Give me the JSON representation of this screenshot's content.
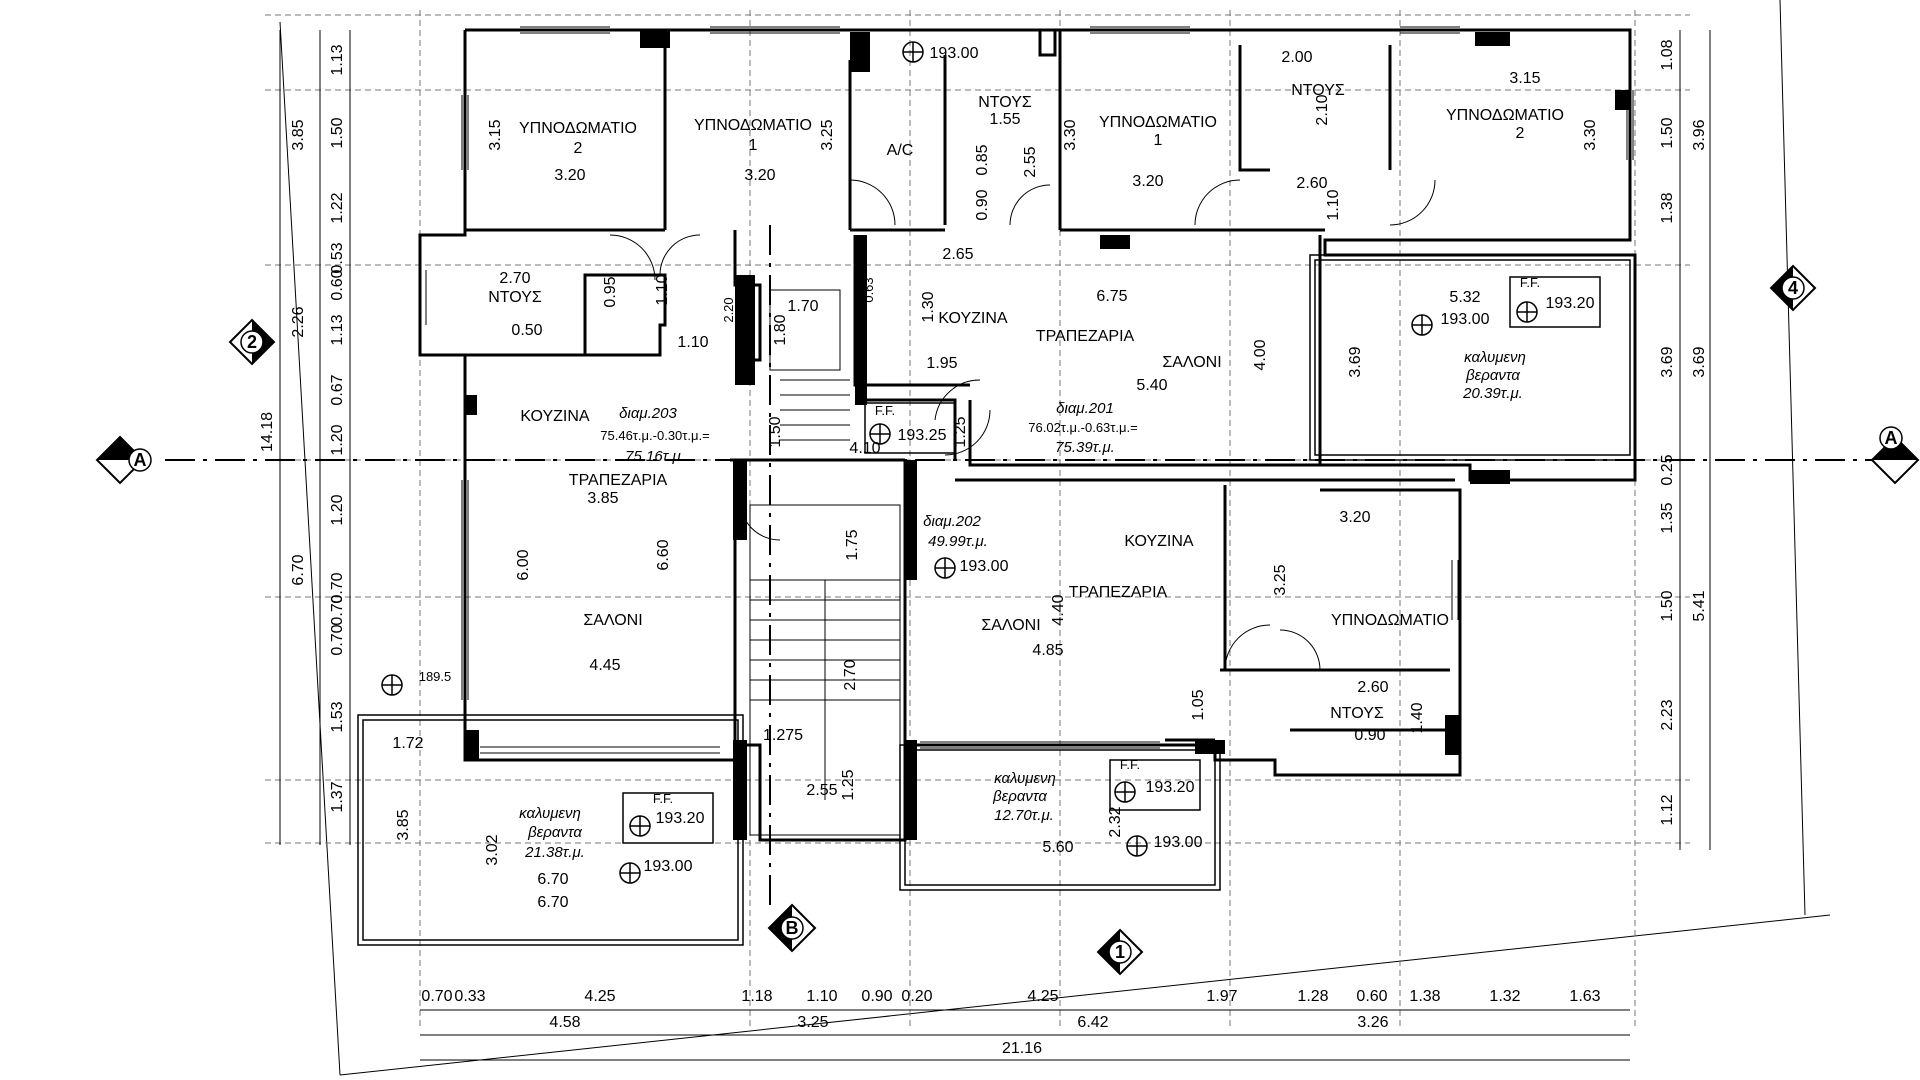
{
  "rooms": {
    "bed2_left": {
      "name": "ΥΠΝΟΔΩΜΑΤΙΟ",
      "num": "2",
      "w": "3.20",
      "h": "3.15"
    },
    "bed1_left": {
      "name": "ΥΠΝΟΔΩΜΑΤΙΟ",
      "num": "1",
      "w": "3.20",
      "h": "3.25"
    },
    "ac": "A/C",
    "shower_top": {
      "name": "ΝΤΟΥΣ",
      "w": "1.55"
    },
    "bed1_right": {
      "name": "ΥΠΝΟΔΩΜΑΤΙΟ",
      "num": "1",
      "w": "3.20",
      "h": "3.30"
    },
    "shower_right": {
      "name": "ΝΤΟΥΣ",
      "w": "2.00"
    },
    "bed2_right": {
      "name": "ΥΠΝΟΔΩΜΑΤΙΟ",
      "num": "2",
      "w": "3.15",
      "h": "3.30"
    },
    "shower_left": {
      "name": "ΝΤΟΥΣ",
      "w": "2.70"
    },
    "kitchen_201": "ΚΟΥΖΙΝΑ",
    "dining_201": "ΤΡΑΠΕΖΑΡΙΑ",
    "living_201": "ΣΑΛΟΝΙ",
    "kitchen_203": "ΚΟΥΖΙΝΑ",
    "dining_203": "ΤΡΑΠΕΖΑΡΙΑ",
    "living_203": "ΣΑΛΟΝΙ",
    "kitchen_202": "ΚΟΥΖΙΝΑ",
    "dining_202": "ΤΡΑΠΕΖΑΡΙΑ",
    "living_202": "ΣΑΛΟΝΙ",
    "bed_202": "ΥΠΝΟΔΩΜΑΤΙΟ",
    "shower_202": "ΝΤΟΥΣ"
  },
  "apartments": {
    "a201": {
      "label": "διαμ.201",
      "calc": "76.02τ.μ.-0.63τ.μ.=",
      "total": "75.39τ.μ."
    },
    "a203": {
      "label": "διαμ.203",
      "calc": "75.46τ.μ.-0.30τ.μ.=",
      "total": "75.16τ.μ."
    },
    "a202": {
      "label": "διαμ.202",
      "area": "49.99τ.μ."
    }
  },
  "verandas": {
    "right": {
      "line1": "καλυμενη",
      "line2": "βεραντα",
      "area": "20.39τ.μ."
    },
    "left": {
      "line1": "καλυμενη",
      "line2": "βεραντα",
      "area": "21.38τ.μ."
    },
    "mid": {
      "line1": "καλυμενη",
      "line2": "βεραντα",
      "area": "12.70τ.μ."
    }
  },
  "levels": {
    "top": "193.00",
    "ff_201": "193.25",
    "ff_right": "193.20",
    "right_floor": "193.00",
    "a202": "193.00",
    "ff_left": "193.20",
    "left_floor": "193.00",
    "ff_mid": "193.20",
    "mid_floor": "193.00",
    "outside": "189.5",
    "ff": "F.F."
  },
  "axes": {
    "a": "A",
    "b": "B",
    "n1": "1",
    "n2": "2",
    "n4": "4"
  },
  "dims": {
    "right": [
      "1.08",
      "1.50",
      "1.38",
      "3.96",
      "3.69",
      "3.69",
      "0.25",
      "1.35",
      "1.50",
      "5.41",
      "2.23",
      "1.12"
    ],
    "left": [
      "1.13",
      "1.50",
      "1.22",
      "0.53",
      "0.60",
      "1.13",
      "0.67",
      "1.20",
      "1.20",
      "0.70",
      "0.70",
      "0.70",
      "1.53",
      "1.37",
      "3.85",
      "2.26",
      "6.70",
      "14.18"
    ],
    "bottom_row1": [
      "0.70",
      "0.33",
      "4.25",
      "1.18",
      "1.10",
      "0.90",
      "0.20",
      "4.25",
      "1.97",
      "1.28",
      "0.60",
      "1.38",
      "1.32",
      "1.63"
    ],
    "bottom_row2": [
      "4.58",
      "3.25",
      "6.42",
      "3.26"
    ],
    "total": "21.16"
  },
  "inner_dims": {
    "d_0_85": "0.85",
    "d_0_90": "0.90",
    "d_2_55": "2.55",
    "d_2_60": "2.60",
    "d_2_10": "2.10",
    "d_1_10a": "1.10",
    "d_2_65": "2.65",
    "d_1_30": "1.30",
    "d_1_95": "1.95",
    "d_6_75": "6.75",
    "d_5_40": "5.40",
    "d_4_00": "4.00",
    "d_5_32": "5.32",
    "d_3_69": "3.69",
    "d_0_95": "0.95",
    "d_1_10b": "1.10",
    "d_0_50": "0.50",
    "d_1_10c": "1.10",
    "d_1_70": "1.70",
    "d_1_80": "1.80",
    "d_2_20": "2.20",
    "d_4_10": "4.10",
    "d_1_25a": "1.25",
    "d_1_50": "1.50",
    "d_3_85": "3.85",
    "d_6_00": "6.00",
    "d_6_60": "6.60",
    "d_4_45": "4.45",
    "d_1_75": "1.75",
    "d_2_70": "2.70",
    "d_1_275": "1.275",
    "d_2_55b": "2.55",
    "d_1_25b": "1.25",
    "d_4_40": "4.40",
    "d_4_85": "4.85",
    "d_3_20": "3.20",
    "d_3_25": "3.25",
    "d_1_05": "1.05",
    "d_2_60b": "2.60",
    "d_1_40": "1.40",
    "d_0_90b": "0.90",
    "d_1_72": "1.72",
    "d_3_85b": "3.85",
    "d_3_02": "3.02",
    "d_6_70a": "6.70",
    "d_6_70b": "6.70",
    "d_5_60": "5.60",
    "d_2_32": "2.32",
    "d_1_63": "0.63"
  }
}
